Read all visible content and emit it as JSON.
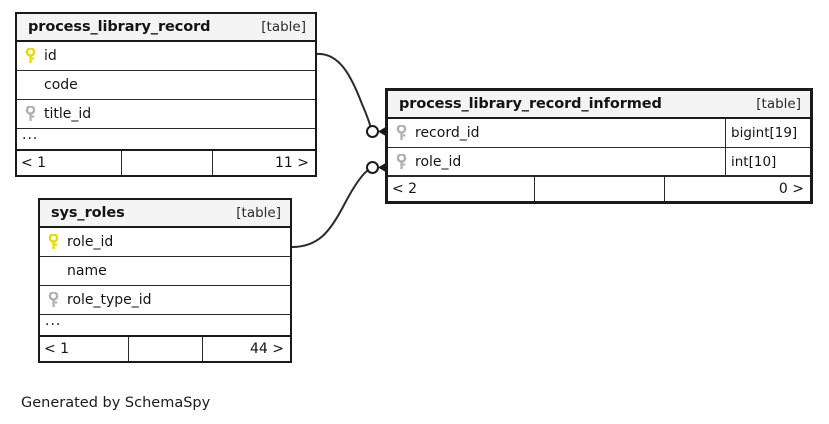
{
  "diagram": {
    "kind": "entity-relationship-diagram",
    "generator_caption": "Generated by SchemaSpy",
    "table_tag": "[table]",
    "ellipsis": "...",
    "colors": {
      "primary_key_icon": "#e8d900",
      "foreign_key_icon": "#b0b0b0",
      "border": "#1a1a1a",
      "header_background": "#f4f4f4",
      "background": "#ffffff",
      "edge": "#2b2b2b"
    }
  },
  "tables": [
    {
      "id": "process_library_record",
      "name": "process_library_record",
      "tag": "[table]",
      "focus": false,
      "columns": [
        {
          "name": "id",
          "key": "primary",
          "type": ""
        },
        {
          "name": "code",
          "key": "none",
          "type": ""
        },
        {
          "name": "title_id",
          "key": "foreign",
          "type": ""
        }
      ],
      "has_more_columns": true,
      "footer": {
        "left": "< 1",
        "middle": "",
        "right": "11 >"
      }
    },
    {
      "id": "process_library_record_informed",
      "name": "process_library_record_informed",
      "tag": "[table]",
      "focus": true,
      "columns": [
        {
          "name": "record_id",
          "key": "foreign",
          "type": "bigint[19]"
        },
        {
          "name": "role_id",
          "key": "foreign",
          "type": "int[10]"
        }
      ],
      "has_more_columns": false,
      "footer": {
        "left": "< 2",
        "middle": "",
        "right": "0 >"
      }
    },
    {
      "id": "sys_roles",
      "name": "sys_roles",
      "tag": "[table]",
      "focus": false,
      "columns": [
        {
          "name": "role_id",
          "key": "primary",
          "type": ""
        },
        {
          "name": "name",
          "key": "none",
          "type": ""
        },
        {
          "name": "role_type_id",
          "key": "foreign",
          "type": ""
        }
      ],
      "has_more_columns": true,
      "footer": {
        "left": "< 1",
        "middle": "",
        "right": "44 >"
      }
    }
  ],
  "relationships": [
    {
      "from_table": "process_library_record",
      "from_column": "id",
      "to_table": "process_library_record_informed",
      "to_column": "record_id",
      "from_cardinality": "one",
      "to_cardinality": "zero-or-many"
    },
    {
      "from_table": "sys_roles",
      "from_column": "role_id",
      "to_table": "process_library_record_informed",
      "to_column": "role_id",
      "from_cardinality": "one",
      "to_cardinality": "zero-or-many"
    }
  ]
}
